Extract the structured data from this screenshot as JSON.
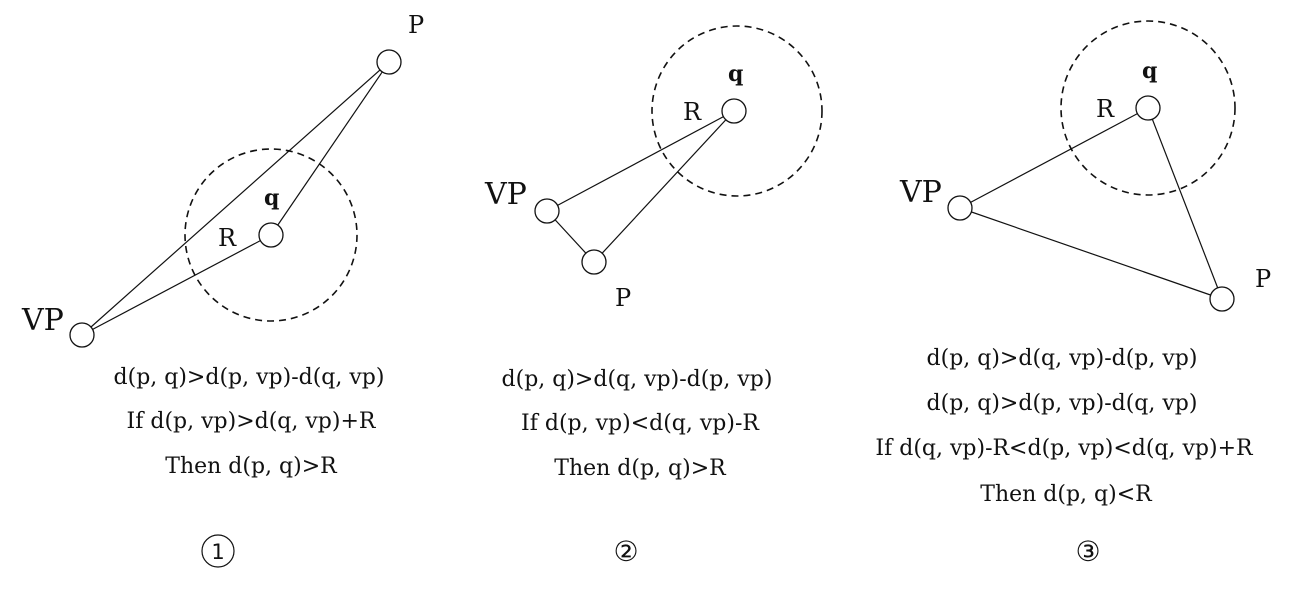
{
  "panel1": {
    "labels": {
      "p": "P",
      "vp": "VP",
      "q": "q",
      "r": "R"
    },
    "equations": [
      "d(p, q)>d(p, vp)-d(q, vp)",
      "If  d(p, vp)>d(q, vp)+R",
      "Then  d(p, q)>R"
    ],
    "number": "1"
  },
  "panel2": {
    "labels": {
      "p": "P",
      "vp": "VP",
      "q": "q",
      "r": "R"
    },
    "equations": [
      "d(p, q)>d(q, vp)-d(p, vp)",
      "If  d(p, vp)<d(q, vp)-R",
      "Then  d(p, q)>R"
    ],
    "number": "②"
  },
  "panel3": {
    "labels": {
      "p": "P",
      "vp": "VP",
      "q": "q",
      "r": "R"
    },
    "equations": [
      "d(p, q)>d(q, vp)-d(p, vp)",
      "d(p, q)>d(p, vp)-d(q, vp)",
      "If  d(q, vp)-R<d(p, vp)<d(q, vp)+R",
      "Then  d(p, q)<R"
    ],
    "number": "③"
  }
}
